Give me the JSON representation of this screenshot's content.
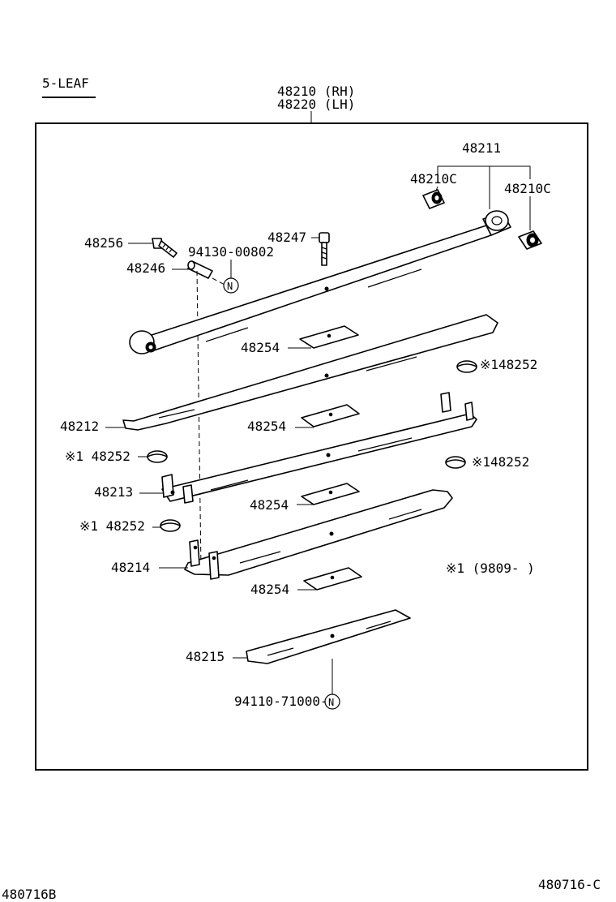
{
  "header": {
    "variant": "5-LEAF",
    "assembly_rh": "48210 (RH)",
    "assembly_lh": "48220 (LH)"
  },
  "labels": {
    "l48211": "48211",
    "l48210c_left": "48210C",
    "l48210c_right": "48210C",
    "l48256": "48256",
    "l48247": "48247",
    "l94130": "94130-00802",
    "l48246": "48246",
    "l48254_1": "48254",
    "l48252_r1": "※148252",
    "l48212": "48212",
    "l48254_2": "48254",
    "l48252_l1": "※1 48252",
    "l48252_r2": "※148252",
    "l48213": "48213",
    "l48254_3": "48254",
    "l48252_l2": "※1 48252",
    "l48214": "48214",
    "note_date": "※1 (9809-      )",
    "l48254_4": "48254",
    "l48215": "48215",
    "l94110": "94110-71000-"
  },
  "badges": {
    "n_upper": "N",
    "n_lower": "N"
  },
  "footer": {
    "left_code": "480716B",
    "right_code": "480716-C"
  }
}
